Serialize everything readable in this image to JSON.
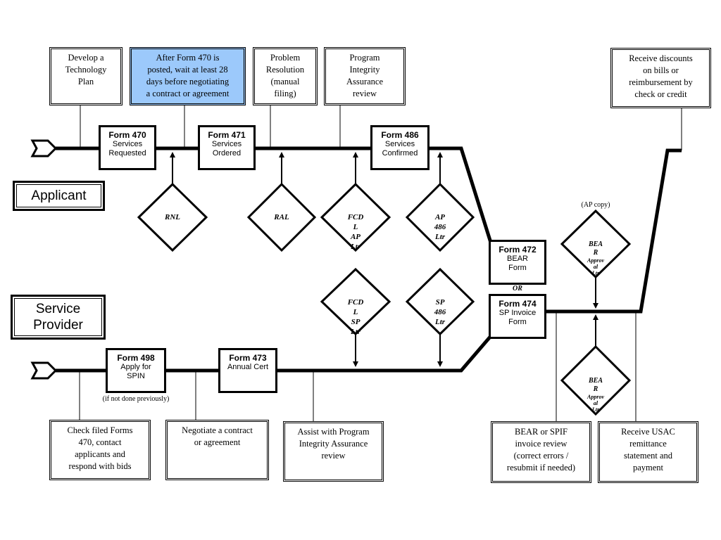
{
  "notes": {
    "tech_plan": "Develop a\nTechnology\nPlan",
    "wait_28": "After Form 470 is\nposted, wait at least 28\ndays before negotiating\na contract or agreement",
    "problem": "Problem\nResolution\n(manual\nfiling)",
    "pia_review": "Program\nIntegrity\nAssurance\nreview",
    "discounts": "Receive discounts\non bills or\nreimbursement by\ncheck or credit",
    "check_filed": "Check filed Forms\n470, contact\napplicants and\nrespond with bids",
    "negotiate": "Negotiate a contract\nor agreement",
    "assist_pia": "Assist with Program\nIntegrity Assurance\nreview",
    "invoice_review": "BEAR or SPIF\ninvoice review\n(correct errors /\nresubmit if needed)",
    "remittance": "Receive USAC\nremittance\nstatement and\npayment"
  },
  "roles": {
    "applicant": "Applicant",
    "provider": "Service\nProvider"
  },
  "forms": {
    "f470": {
      "name": "Form 470",
      "desc": "Services\nRequested"
    },
    "f471": {
      "name": "Form 471",
      "desc": "Services\nOrdered"
    },
    "f486": {
      "name": "Form 486",
      "desc": "Services\nConfirmed"
    },
    "f472": {
      "name": "Form 472",
      "desc": "BEAR\nForm"
    },
    "f474": {
      "name": "Form 474",
      "desc": "SP Invoice\nForm"
    },
    "f498": {
      "name": "Form 498",
      "desc": "Apply for\nSPIN"
    },
    "f473": {
      "name": "Form 473",
      "desc": "Annual Cert"
    }
  },
  "diamonds": {
    "rnl": "RNL",
    "ral": "RAL",
    "fcdl_ap": "FCD\nL\nAP\nLtr",
    "ap486": "AP\n486\nLtr",
    "fcdl_sp": "FCD\nL\nSP\nLtr",
    "sp486": "SP\n486\nLtr",
    "bear_top": {
      "main": "BEA\nR",
      "sub": "Approv\nal\nLtr"
    },
    "bear_bottom": {
      "main": "BEA\nR",
      "sub": "Approv\nal\nLtr"
    }
  },
  "captions": {
    "ap_copy": "(AP copy)",
    "if_not_done": "(if not done previously)",
    "or": "OR"
  },
  "colors": {
    "highlight": "#9cc9fb",
    "line": "#000000"
  }
}
